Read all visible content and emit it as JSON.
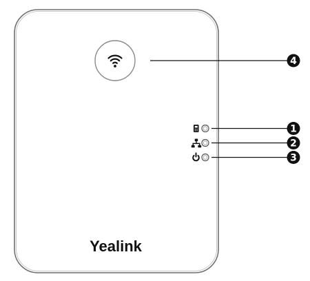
{
  "device": {
    "brand": "Yealink",
    "body_color": "#ffffff",
    "outline_color": "#707070",
    "pair_button_icon": "wifi-icon"
  },
  "indicators": [
    {
      "icon": "handset-icon"
    },
    {
      "icon": "network-icon"
    },
    {
      "icon": "power-icon"
    }
  ],
  "callouts": [
    {
      "label": "1",
      "target": "handset-led"
    },
    {
      "label": "2",
      "target": "network-led"
    },
    {
      "label": "3",
      "target": "power-led"
    },
    {
      "label": "4",
      "target": "pair-button"
    }
  ]
}
